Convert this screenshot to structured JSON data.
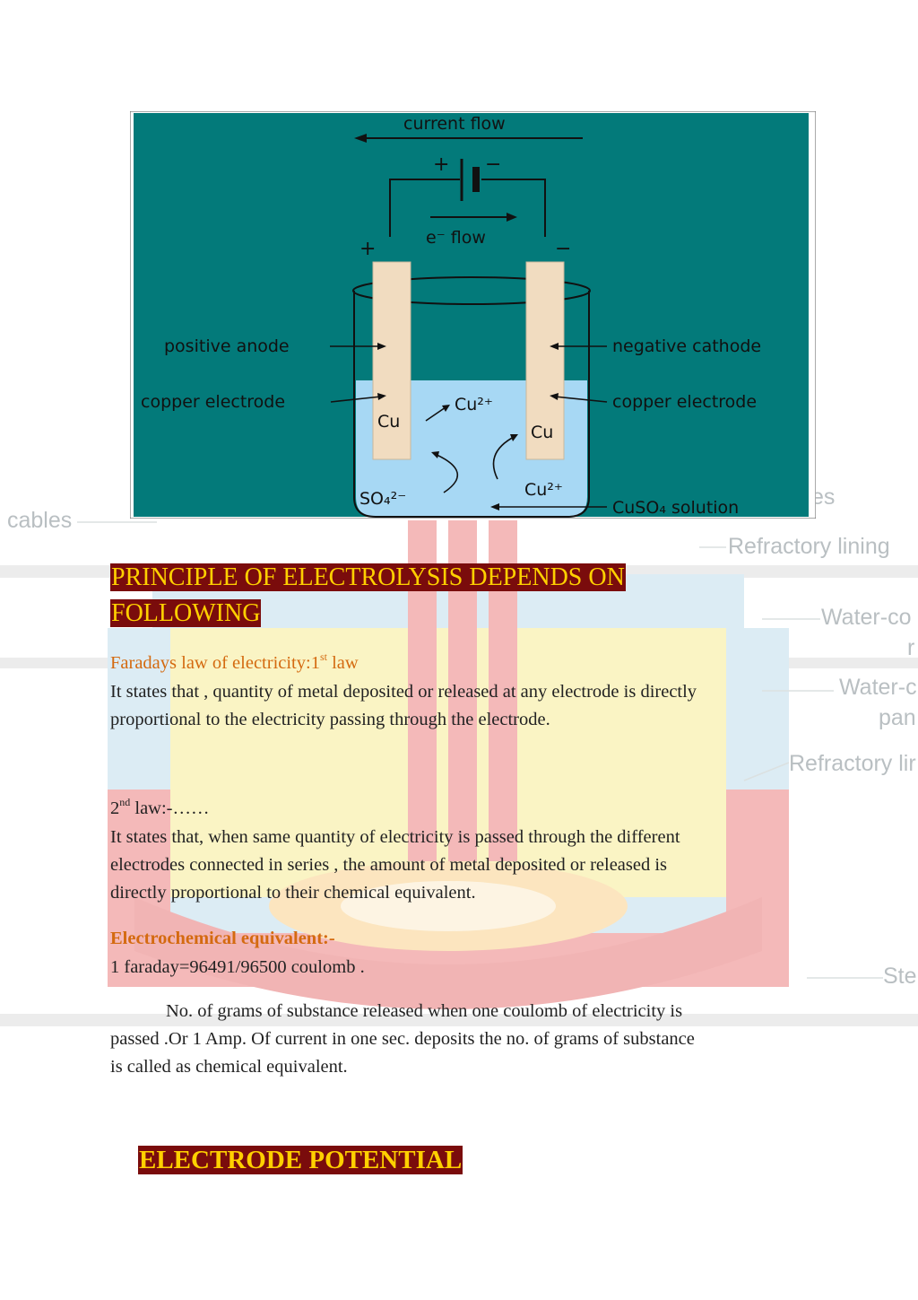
{
  "diagram": {
    "current_flow": "current flow",
    "e_flow": "e⁻ flow",
    "battery_plus": "+",
    "battery_minus": "−",
    "anode_sign": "+",
    "cathode_sign": "−",
    "left_label_1": "positive anode",
    "left_label_2": "copper electrode",
    "right_label_1": "negative cathode",
    "right_label_2": "copper electrode",
    "cu_left": "Cu",
    "cu_right": "Cu",
    "cu_ion_top": "Cu²⁺",
    "cu_ion_bottom": "Cu²⁺",
    "sulfate": "SO₄²⁻",
    "solution": "CuSO₄ solution"
  },
  "watermark": {
    "cables": "cables",
    "refractory_lining_1": "Refractory lining",
    "water_cooled": "Water-co",
    "water_cooled_2": "r",
    "water_pan": "Water-c",
    "water_pan_2": "pan",
    "refractory_lining_2": "Refractory lir",
    "steel": "Ste",
    "es": "es"
  },
  "heading1_line1": "PRINCIPLE OF ELECTROLYSIS DEPENDS ON",
  "heading1_line2": "FOLLOWING",
  "law1_title_pre": "Faradays law of electricity:1",
  "law1_title_sup": "st",
  "law1_title_post": " law",
  "law1_text_1": "It states that , quantity of metal deposited or released at any electrode is directly",
  "law1_text_2": "proportional to the electricity passing through the electrode.",
  "law2_title_pre": "2",
  "law2_title_sup": "nd",
  "law2_title_post": " law:-……",
  "law2_text_1": "It  states that, when same quantity of electricity is passed through the different",
  "law2_text_2": "electrodes connected in series , the amount of metal deposited or released is",
  "law2_text_3": "directly proportional to their chemical equivalent.",
  "ece_title": "Electrochemical equivalent:-",
  "faraday": "1 faraday=96491/96500 coulomb .",
  "def_1": "No. of grams of substance released when one coulomb of electricity is",
  "def_2": "passed .Or 1 Amp. Of current in one sec. deposits the no. of  grams of substance",
  "def_3": "is called as chemical equivalent.",
  "heading2": "ELECTRODE POTENTIAL"
}
